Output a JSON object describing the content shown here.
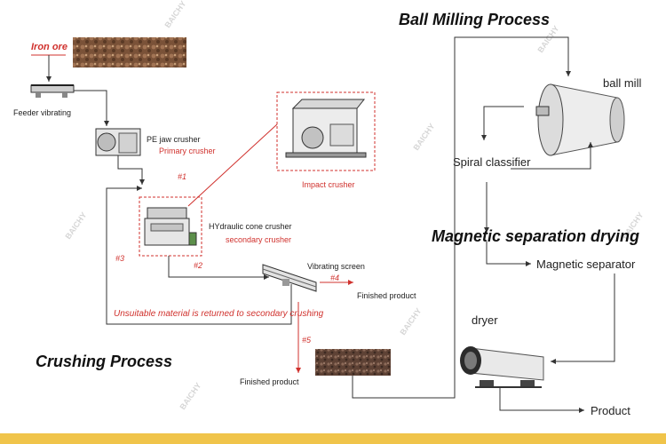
{
  "brand": {
    "watermark": "BAICHY"
  },
  "headings": {
    "ball_milling": "Ball Milling Process",
    "magnetic": "Magnetic separation drying",
    "crushing": "Crushing Process"
  },
  "crushing": {
    "iron_ore": "Iron ore",
    "feeder": "Feeder vibrating",
    "jaw_crusher": "PE jaw crusher",
    "primary": "Primary crusher",
    "step1": "#1",
    "impact": "Impact crusher",
    "cone": "HYdraulic cone crusher",
    "secondary": "secondary crusher",
    "step2": "#2",
    "step3": "#3",
    "vibrating_screen": "Vibrating screen",
    "step4": "#4",
    "finished_product": "Finished product",
    "return_note": "Unsuitable material is returned to secondary crushing",
    "step5": "#5",
    "finished_product_2": "Finished product"
  },
  "milling": {
    "ball_mill": "ball mill",
    "spiral_classifier": "Spiral classifier",
    "magnetic_separator": "Magnetic separator",
    "dryer": "dryer",
    "product": "Product"
  },
  "colors": {
    "flow_line": "#333333",
    "accent_red": "#d0312d",
    "band": "#f0c44a",
    "ore": "#7a5238"
  }
}
